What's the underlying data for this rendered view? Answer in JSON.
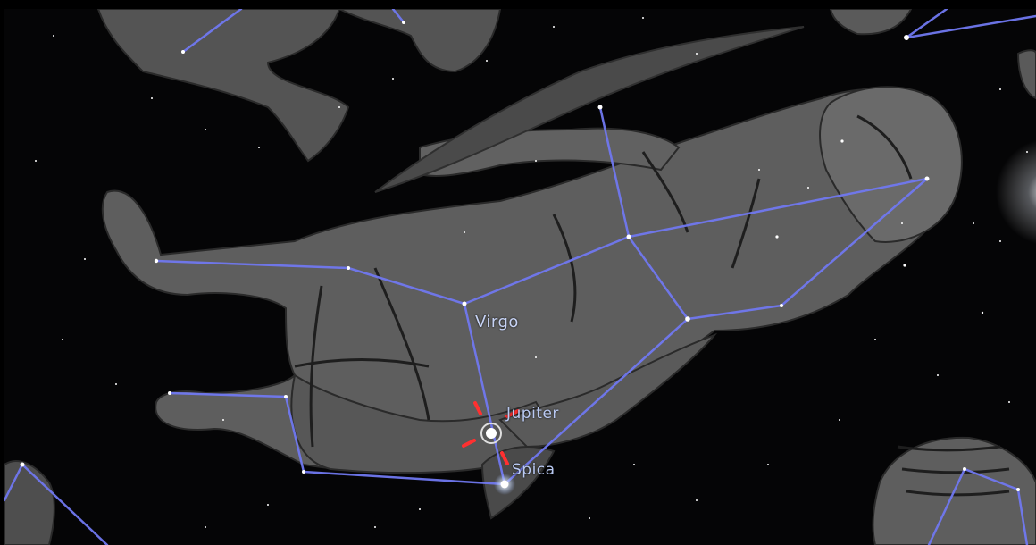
{
  "sky_view": {
    "constellation_label": "Virgo",
    "objects": {
      "planet": "Jupiter",
      "star": "Spica"
    }
  },
  "colors": {
    "background": "#050506",
    "constellation_line": "#7078f0",
    "label": "#b9c9f2",
    "selection_marker": "#ff3030",
    "artwork": "#6c6c6c"
  },
  "icons": {
    "selection_marker": "crosshair-marker-icon"
  }
}
